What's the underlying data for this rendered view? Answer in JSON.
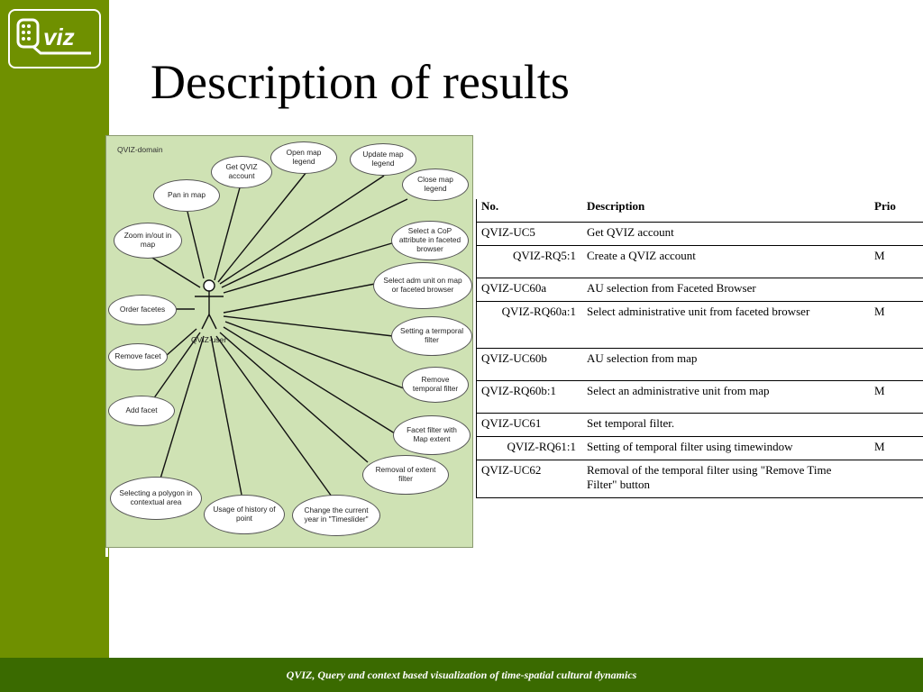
{
  "logo": {
    "text": "viz"
  },
  "title": "Description of results",
  "diagram": {
    "domain_label": "QVIZ-domain",
    "actor_label": "QVIZ-user",
    "use_cases": [
      "Get QVIZ account",
      "Open map legend",
      "Update map legend",
      "Close map legend",
      "Pan in map",
      "Zoom in/out in map",
      "Select a CoP attribute in faceted browser",
      "Select adm unit on map or faceted browser",
      "Order facetes",
      "Setting a termporal filter",
      "Remove facet",
      "Remove temporal filter",
      "Add facet",
      "Facet filter with Map extent",
      "Removal of extent filter",
      "Selecting a polygon in contextual area",
      "Usage of history of point",
      "Change the current year in \"Timeslider\""
    ]
  },
  "table": {
    "headers": [
      "No.",
      "Description",
      "Prio"
    ],
    "rows": [
      {
        "no": "QVIZ-UC5",
        "description": "Get QVIZ account",
        "prio": ""
      },
      {
        "no": "QVIZ-RQ5:1",
        "description": "Create a QVIZ account",
        "prio": "M"
      },
      {
        "no": "QVIZ-UC60a",
        "description": "AU selection from Faceted Browser",
        "prio": ""
      },
      {
        "no": "QVIZ-RQ60a:1",
        "description": "Select  administrative unit from faceted browser",
        "prio": "M"
      },
      {
        "no": "QVIZ-UC60b",
        "description": "AU selection from map",
        "prio": ""
      },
      {
        "no": "QVIZ-RQ60b:1",
        "description": "Select an administrative unit from map",
        "prio": "M"
      },
      {
        "no": "QVIZ-UC61",
        "description": "Set temporal filter.",
        "prio": ""
      },
      {
        "no": "QVIZ-RQ61:1",
        "description": "Setting of temporal filter using timewindow",
        "prio": "M"
      },
      {
        "no": "QVIZ-UC62",
        "description": "Removal of the temporal filter using \"Remove Time Filter\" button",
        "prio": ""
      }
    ]
  },
  "footer": "QVIZ, Query and context based visualization of time-spatial cultural dynamics",
  "colors": {
    "sidebar": "#6f9000",
    "footer": "#3a6a00",
    "diagram_bg": "#cfe2b4"
  }
}
